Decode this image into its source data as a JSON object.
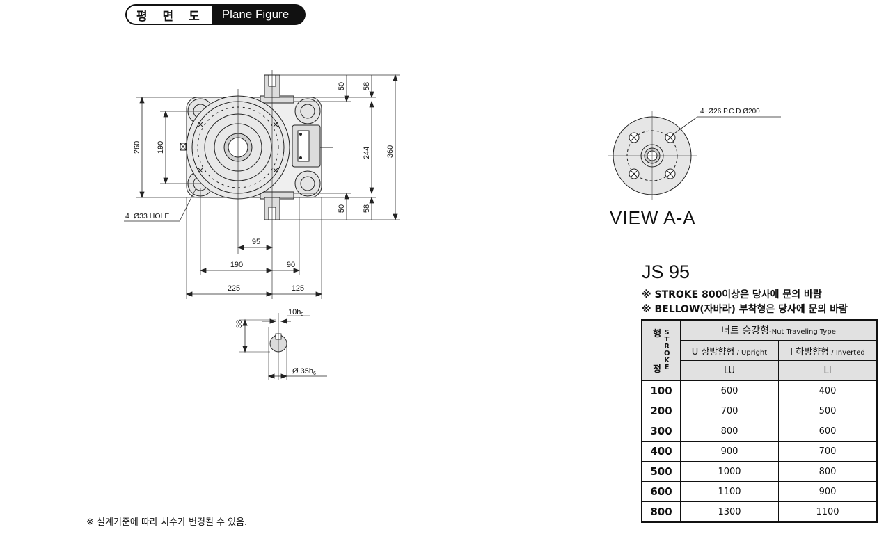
{
  "title": {
    "korean": "평 면 도",
    "english": "Plane Figure"
  },
  "plan": {
    "hole_callout": "4−Ø33 HOLE",
    "dims": {
      "d260": "260",
      "d190v": "190",
      "d50t": "50",
      "d58t": "58",
      "d244": "244",
      "d360": "360",
      "d50b": "50",
      "d58b": "58",
      "d95": "95",
      "d190h": "190",
      "d90": "90",
      "d225": "225",
      "d125": "125"
    }
  },
  "shaft": {
    "key_depth": "38",
    "key_width": "10h",
    "key_width_sub": "9",
    "shaft_dia": "Ø 35h",
    "shaft_dia_sub": "6"
  },
  "view": {
    "callout": "4−Ø26 P.C.D Ø200",
    "label": "VIEW A-A"
  },
  "model": "JS 95",
  "notes": [
    "※ STROKE 800이상은 당사에 문의 바람",
    "※ BELLOW(자바라) 부착형은 당사에 문의 바람"
  ],
  "table": {
    "stroke_label_top": "행",
    "stroke_label_bottom": "정",
    "stroke_vertical": "STROKE",
    "group_ko": "너트 승강형",
    "group_en": "-Nut Traveling Type",
    "col_upright_ko": "U 상방향형",
    "col_upright_en": " / Upright",
    "col_inverted_ko": "I 하방향형",
    "col_inverted_en": " / Inverted",
    "code_upright": "LU",
    "code_inverted": "LI",
    "rows": [
      {
        "stroke": "100",
        "lu": "600",
        "li": "400"
      },
      {
        "stroke": "200",
        "lu": "700",
        "li": "500"
      },
      {
        "stroke": "300",
        "lu": "800",
        "li": "600"
      },
      {
        "stroke": "400",
        "lu": "900",
        "li": "700"
      },
      {
        "stroke": "500",
        "lu": "1000",
        "li": "800"
      },
      {
        "stroke": "600",
        "lu": "1100",
        "li": "900"
      },
      {
        "stroke": "800",
        "lu": "1300",
        "li": "1100"
      }
    ]
  },
  "footnote": "※ 설계기준에 따라 치수가 변경될 수 있음."
}
